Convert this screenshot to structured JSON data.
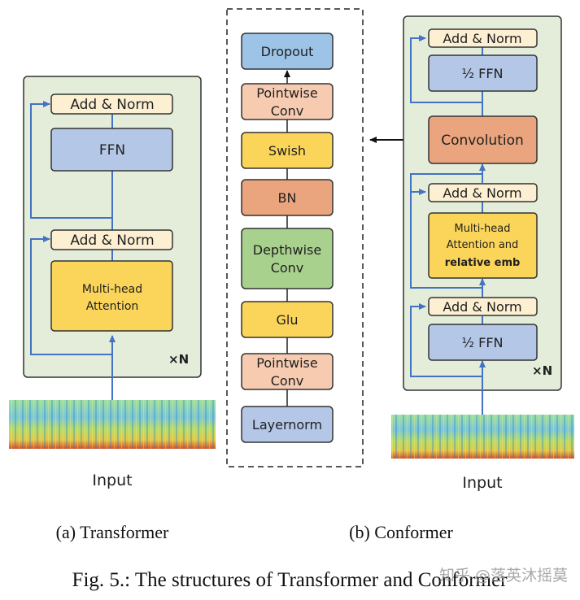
{
  "transformer": {
    "add_norm_top": "Add & Norm",
    "ffn": "FFN",
    "add_norm_bottom": "Add & Norm",
    "mha_line1": "Multi-head",
    "mha_line2": "Attention",
    "repeat": "×N",
    "input_label": "Input"
  },
  "conv_module": {
    "dropout": "Dropout",
    "pointwise_top_1": "Pointwise",
    "pointwise_top_2": "Conv",
    "swish": "Swish",
    "bn": "BN",
    "depthwise_1": "Depthwise",
    "depthwise_2": "Conv",
    "glu": "Glu",
    "pointwise_bottom_1": "Pointwise",
    "pointwise_bottom_2": "Conv",
    "layernorm": "Layernorm"
  },
  "conformer": {
    "add_norm_1": "Add & Norm",
    "half_ffn_top": "½ FFN",
    "convolution": "Convolution",
    "add_norm_2": "Add & Norm",
    "mha_line1": "Multi-head",
    "mha_line2": "Attention and",
    "mha_line3": "relative emb",
    "add_norm_3": "Add & Norm",
    "half_ffn_bottom": "½ FFN",
    "repeat": "×N",
    "input_label": "Input"
  },
  "captions": {
    "sub_a": "(a) Transformer",
    "sub_b": "(b) Conformer",
    "figure": "Fig. 5.: The structures of Transformer and Conformer",
    "watermark": "知乎 @落英沐摇莫"
  },
  "colors": {
    "panel_green": "#e3edd9",
    "add_norm": "#fdf0d2",
    "ffn_blue": "#b4c7e7",
    "attention_yellow": "#fbd55a",
    "dropout_blue": "#9dc3e6",
    "pointwise_peach": "#f6cbb0",
    "bn_orange": "#eaa57e",
    "depthwise_green": "#a9d18e",
    "layernorm_blue": "#b4c7e7",
    "arrow_blue": "#4472c4"
  }
}
